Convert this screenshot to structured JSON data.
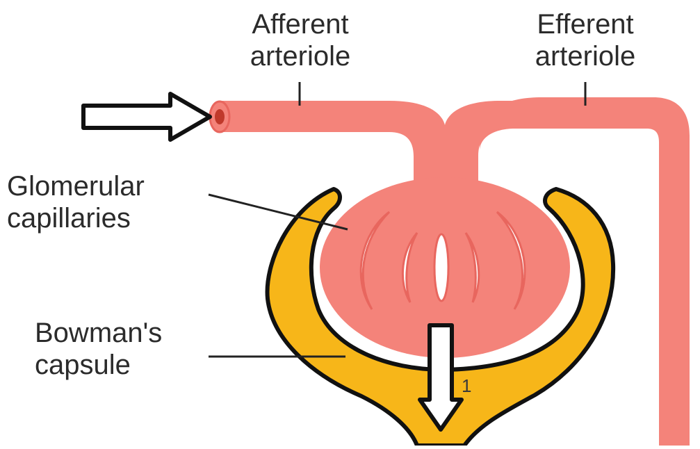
{
  "labels": {
    "afferent_line1": "Afferent",
    "afferent_line2": "arteriole",
    "efferent_line1": "Efferent",
    "efferent_line2": "arteriole",
    "glomerular_line1": "Glomerular",
    "glomerular_line2": "capillaries",
    "bowman_line1": "Bowman's",
    "bowman_line2": "capsule",
    "filtration_number": "1"
  },
  "colors": {
    "vessel": "#f4837a",
    "vessel_edge": "#e8665e",
    "capsule": "#f7b619",
    "outline": "#111111",
    "leader": "#222222",
    "background": "#ffffff"
  }
}
